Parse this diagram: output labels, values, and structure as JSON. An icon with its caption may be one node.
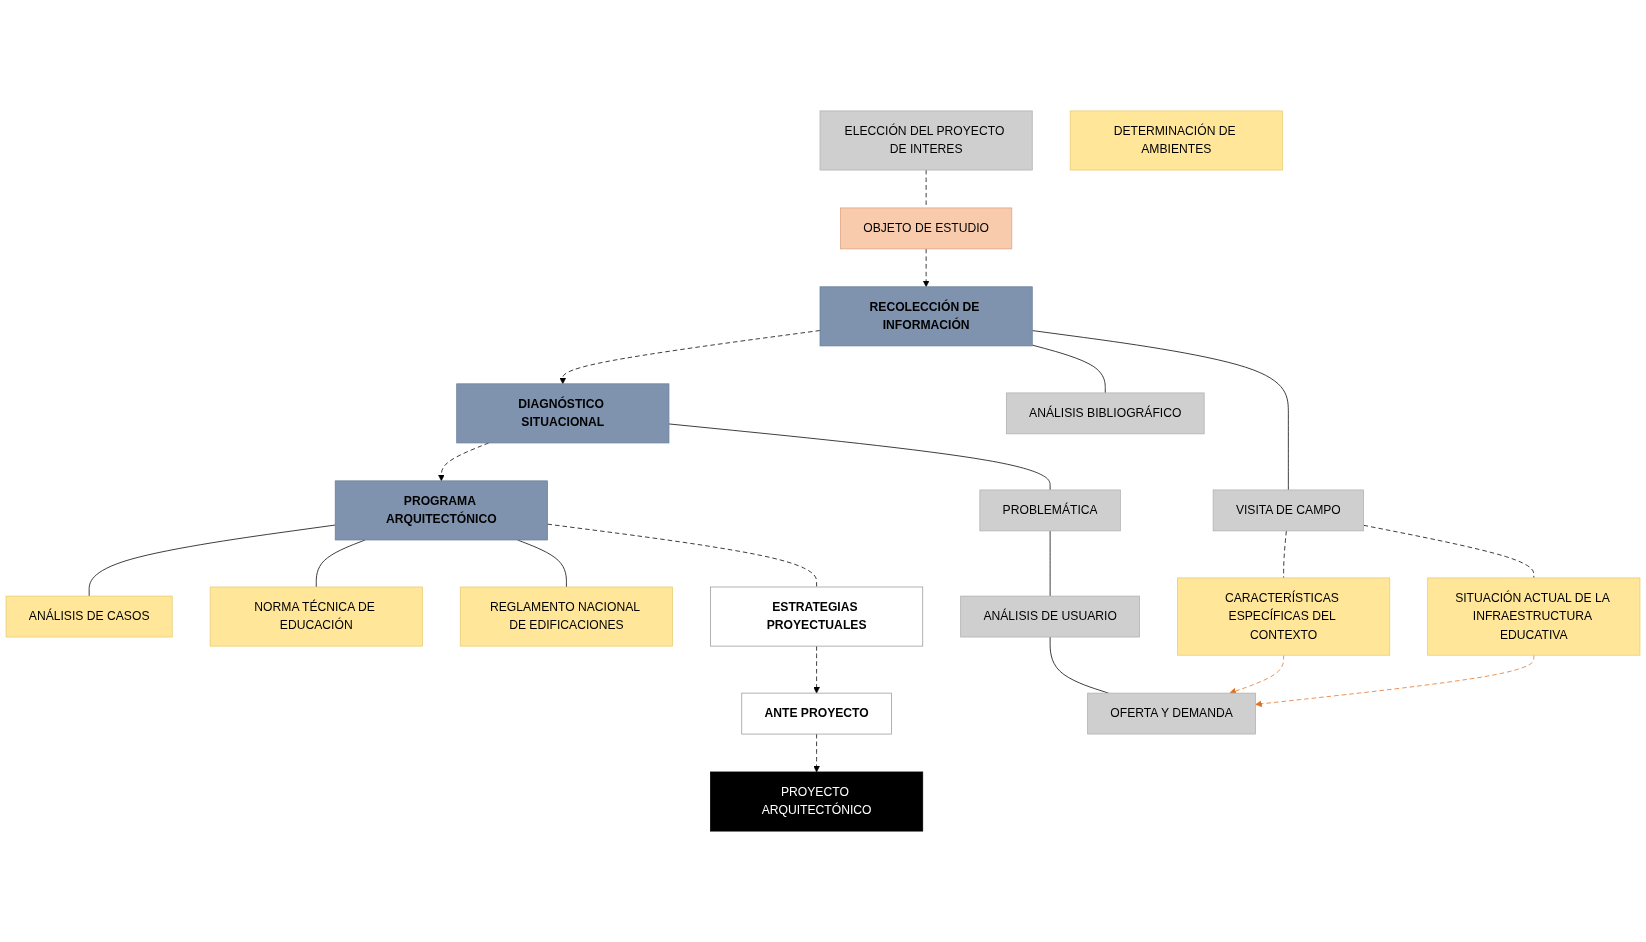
{
  "diagram": {
    "nodes": [
      {
        "text": [
          "OBJETO DE ESTUDIO"
        ]
      },
      {
        "text": [
          "ELECCIÓN DEL PROYECTO DE INTERES"
        ]
      },
      {
        "text": [
          "RECOLECCIÓN DE INFORMACIÓN"
        ]
      },
      {
        "text": [
          "DIAGNÓSTICO SITUACIONAL"
        ]
      },
      {
        "text": [
          "PROGRAMA ARQUITECTÓNICO"
        ]
      },
      {
        "text": [
          "ANÁLISIS BIBLIOGRÁFICO"
        ]
      },
      {
        "text": [
          "VISITA DE CAMPO"
        ]
      },
      {
        "text": [
          "PROBLEMÁTICA"
        ]
      },
      {
        "text": [
          "DETERMINACIÓN DE AMBIENTES"
        ]
      },
      {
        "text": [
          "ANÁLISIS DE CASOS"
        ]
      },
      {
        "text": [
          "ANÁLISIS DE USUARIO"
        ]
      },
      {
        "text": [
          "CARACTERÍSTICAS ESPECÍFICAS DEL CONTEXTO"
        ]
      },
      {
        "text": [
          "NORMA TÉCNICA DE EDUCACIÓN"
        ]
      },
      {
        "text": [
          "SITUACIÓN ACTUAL DE LA INFRAESTRUCTURA EDUCATIVA"
        ]
      },
      {
        "text": [
          "OFERTA Y DEMANDA"
        ]
      },
      {
        "text": [
          "REGLAMENTO NACIONAL DE EDIFICACIONES"
        ]
      },
      {
        "text": [
          "PROYECTO ARQUITECTÓNICO"
        ]
      },
      {
        "text": [
          "ANTE PROYECTO"
        ]
      },
      {
        "text": [
          "ESTRATEGIAS PROYECTUALES"
        ]
      }
    ],
    "edges": [
      {
        "from": 1,
        "to": 0,
        "arrow": "none",
        "style": "dashed"
      },
      {
        "from": 0,
        "to": 2,
        "arrow": "to",
        "style": "dashed"
      },
      {
        "from": 2,
        "to": 3,
        "arrow": "to",
        "style": "dashed"
      },
      {
        "from": 3,
        "to": 4,
        "arrow": "to",
        "style": "dashed"
      },
      {
        "from": 2,
        "to": 5,
        "arrow": "none"
      },
      {
        "from": 2,
        "to": 6,
        "arrow": "none"
      },
      {
        "from": 3,
        "to": 7,
        "arrow": "none"
      },
      {
        "from": 7,
        "to": 10,
        "arrow": "none"
      },
      {
        "from": 10,
        "to": 14,
        "arrow": "none"
      },
      {
        "from": 4,
        "to": 9,
        "arrow": "none"
      },
      {
        "from": 4,
        "to": 12,
        "arrow": "none"
      },
      {
        "from": 4,
        "to": 15,
        "arrow": "none"
      },
      {
        "from": 6,
        "to": 11,
        "arrow": "none",
        "style": "dashed"
      },
      {
        "from": 6,
        "to": 13,
        "arrow": "none",
        "style": "dashed"
      },
      {
        "from": 11,
        "to": 14,
        "arrow": "to",
        "style": "dashed",
        "color": "#e07020"
      },
      {
        "from": 13,
        "to": 14,
        "arrow": "to",
        "style": "dashed",
        "color": "#e07020"
      },
      {
        "from": 4,
        "to": 18,
        "arrow": "none",
        "style": "dashed"
      },
      {
        "from": 18,
        "to": 17,
        "arrow": "to",
        "style": "dashed"
      },
      {
        "from": 17,
        "to": 16,
        "arrow": "to",
        "style": "dashed"
      }
    ]
  }
}
